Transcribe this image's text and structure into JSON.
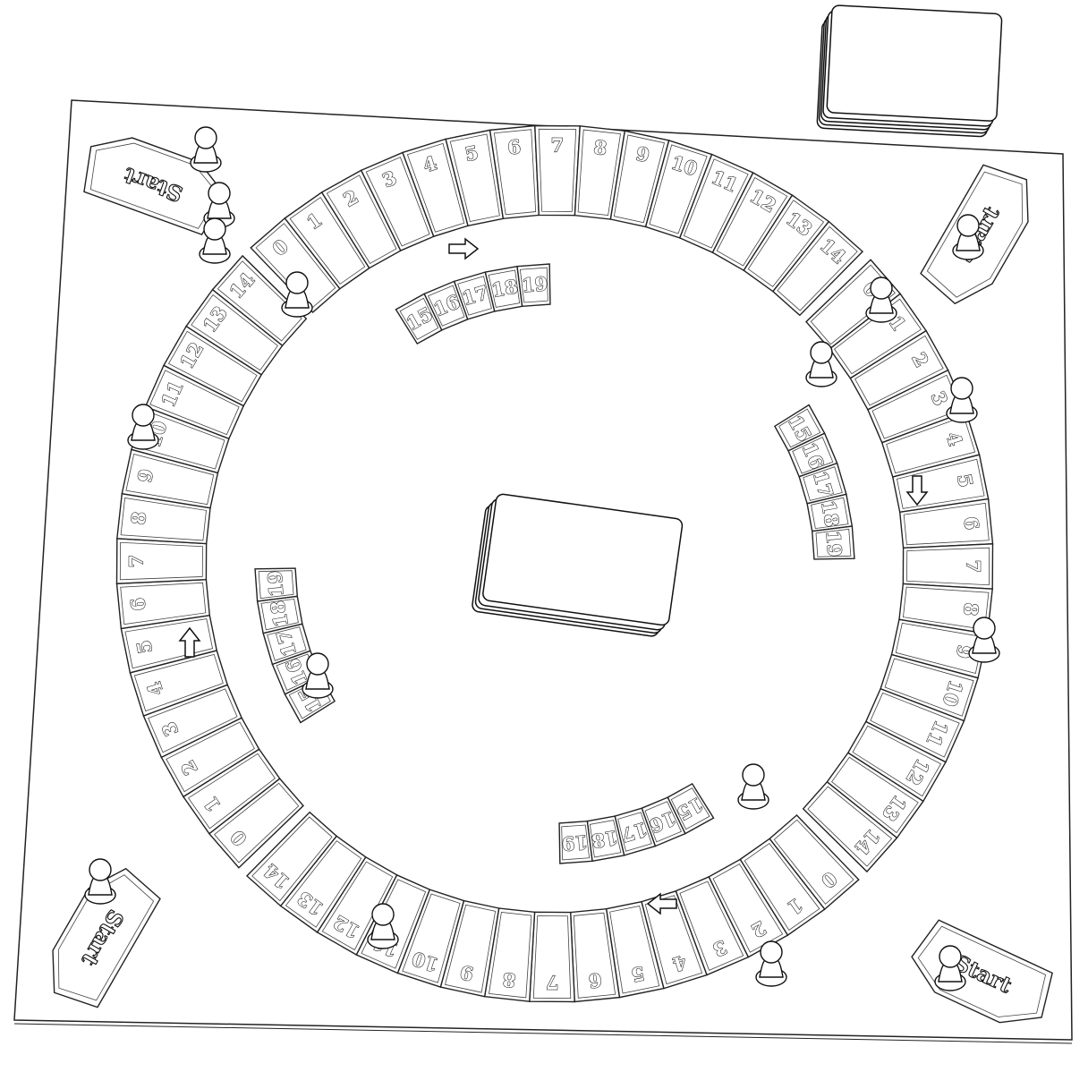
{
  "board": {
    "outer_track_numbers": [
      "1",
      "2",
      "3",
      "4",
      "5",
      "6",
      "7",
      "8",
      "9",
      "10",
      "11",
      "12",
      "13",
      "14"
    ],
    "zero_label": "0",
    "inner_track_numbers": [
      "15",
      "16",
      "17",
      "18",
      "19"
    ],
    "start_label": "Start"
  },
  "players": [
    {
      "name": "top-left",
      "start_label": "Start"
    },
    {
      "name": "top-right",
      "start_label": "Start"
    },
    {
      "name": "bottom-right",
      "start_label": "Start"
    },
    {
      "name": "bottom-left",
      "start_label": "Start"
    }
  ],
  "decks": {
    "draw_pile_icon": "card-stack",
    "center_pile_icon": "card-stack"
  },
  "direction_arrows": [
    "right",
    "down",
    "left",
    "up"
  ]
}
